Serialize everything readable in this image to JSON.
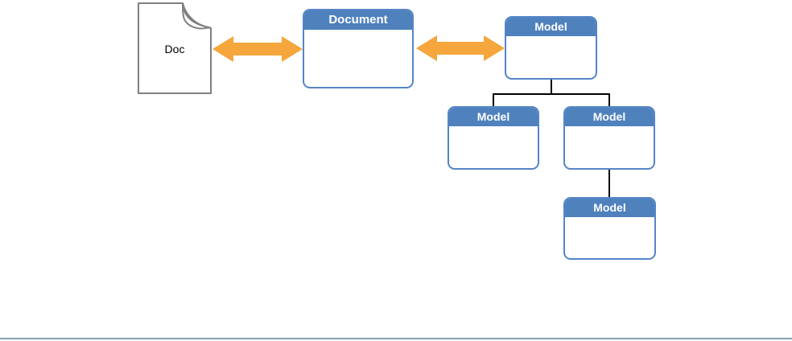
{
  "diagram": {
    "doc": {
      "label": "Doc"
    },
    "boxes": [
      {
        "id": "document",
        "label": "Document"
      },
      {
        "id": "model-root",
        "label": "Model"
      },
      {
        "id": "model-child-left",
        "label": "Model"
      },
      {
        "id": "model-child-right",
        "label": "Model"
      },
      {
        "id": "model-grandchild",
        "label": "Model"
      }
    ],
    "colors": {
      "header_blue": "#4F81BD",
      "box_border_blue": "#5585C8",
      "arrow_orange": "#F5A63C",
      "connector_black": "#000000",
      "doc_border_gray": "#808080",
      "bottom_rule": "#86A2B3"
    }
  }
}
